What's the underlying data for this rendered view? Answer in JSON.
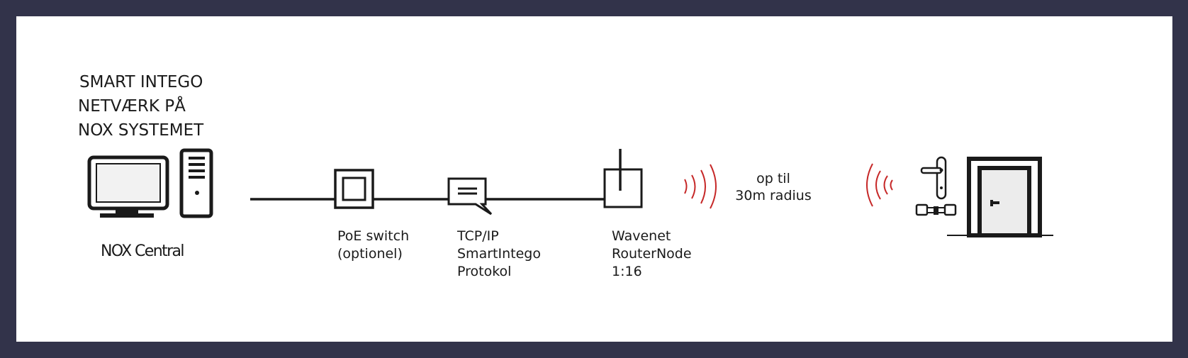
{
  "title": [
    "SMART INTEGO",
    "NETVÆRK PÅ",
    "NOX SYSTEMET"
  ],
  "nodes": {
    "central": {
      "label": "NOX Central"
    },
    "poe_switch": {
      "label": [
        "PoE switch",
        "(optionel)"
      ]
    },
    "protocol": {
      "label": [
        "TCP/IP",
        "SmartIntego",
        "Protokol"
      ]
    },
    "router_node": {
      "label": [
        "Wavenet",
        "RouterNode",
        "1:16"
      ]
    }
  },
  "radius_note": [
    "op til",
    "30m radius"
  ],
  "icons": {
    "central": "computer-icon",
    "tower": "pc-tower-icon",
    "poe_switch": "poe-switch-icon",
    "protocol": "speech-bubble-icon",
    "router_node": "router-node-icon",
    "signal_out": "wireless-signal-icon",
    "signal_in": "wireless-signal-icon",
    "door_handle": "door-handle-icon",
    "cylinder": "lock-cylinder-icon",
    "door": "door-icon"
  },
  "colors": {
    "frame": "#32334a",
    "background": "#ffffff",
    "line": "#1a1a1a",
    "signal": "#c62828"
  }
}
